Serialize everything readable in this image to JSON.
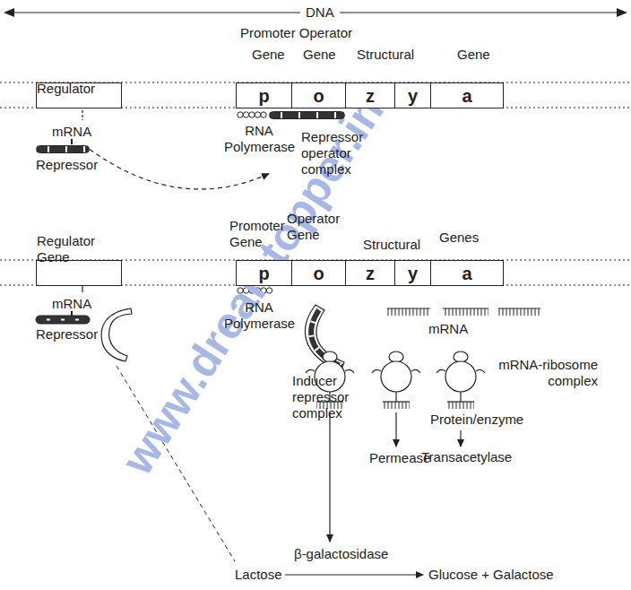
{
  "diagram": {
    "nodes": [
      {
        "text": [
          "Regulator"
        ]
      },
      {
        "text": [
          "p"
        ]
      },
      {
        "text": [
          "o"
        ]
      },
      {
        "text": [
          "z"
        ]
      },
      {
        "text": [
          "y"
        ]
      },
      {
        "text": [
          "a"
        ]
      },
      {
        "text": [
          "Regulator Gene"
        ]
      },
      {
        "text": [
          "p"
        ]
      },
      {
        "text": [
          "o"
        ]
      },
      {
        "text": [
          "z"
        ]
      },
      {
        "text": [
          "y"
        ]
      },
      {
        "text": [
          "a"
        ]
      },
      {
        "text": [
          "Repressor"
        ]
      },
      {
        "text": [
          "Repressor operator complex"
        ]
      }
    ],
    "edges": [
      {
        "from": 12,
        "to": 13,
        "arrow": "to"
      }
    ],
    "labels": [
      "DNA",
      "Promoter Operator",
      "Gene",
      "Gene",
      "Structural",
      "Gene",
      "mRNA",
      "RNA Polymerase",
      "Promoter Gene",
      "Operator Gene",
      "Structural",
      "Genes",
      "mRNA",
      "Repressor",
      "RNA Polymerase",
      "Inducer repressor complex",
      "mRNA",
      "mRNA-ribosome complex",
      "Protein/enzyme",
      "Permease",
      "Transacetylase",
      "Lactose",
      "β-galactosidase",
      "Glucose + Galactose",
      "www.dreamtopper.in"
    ]
  }
}
